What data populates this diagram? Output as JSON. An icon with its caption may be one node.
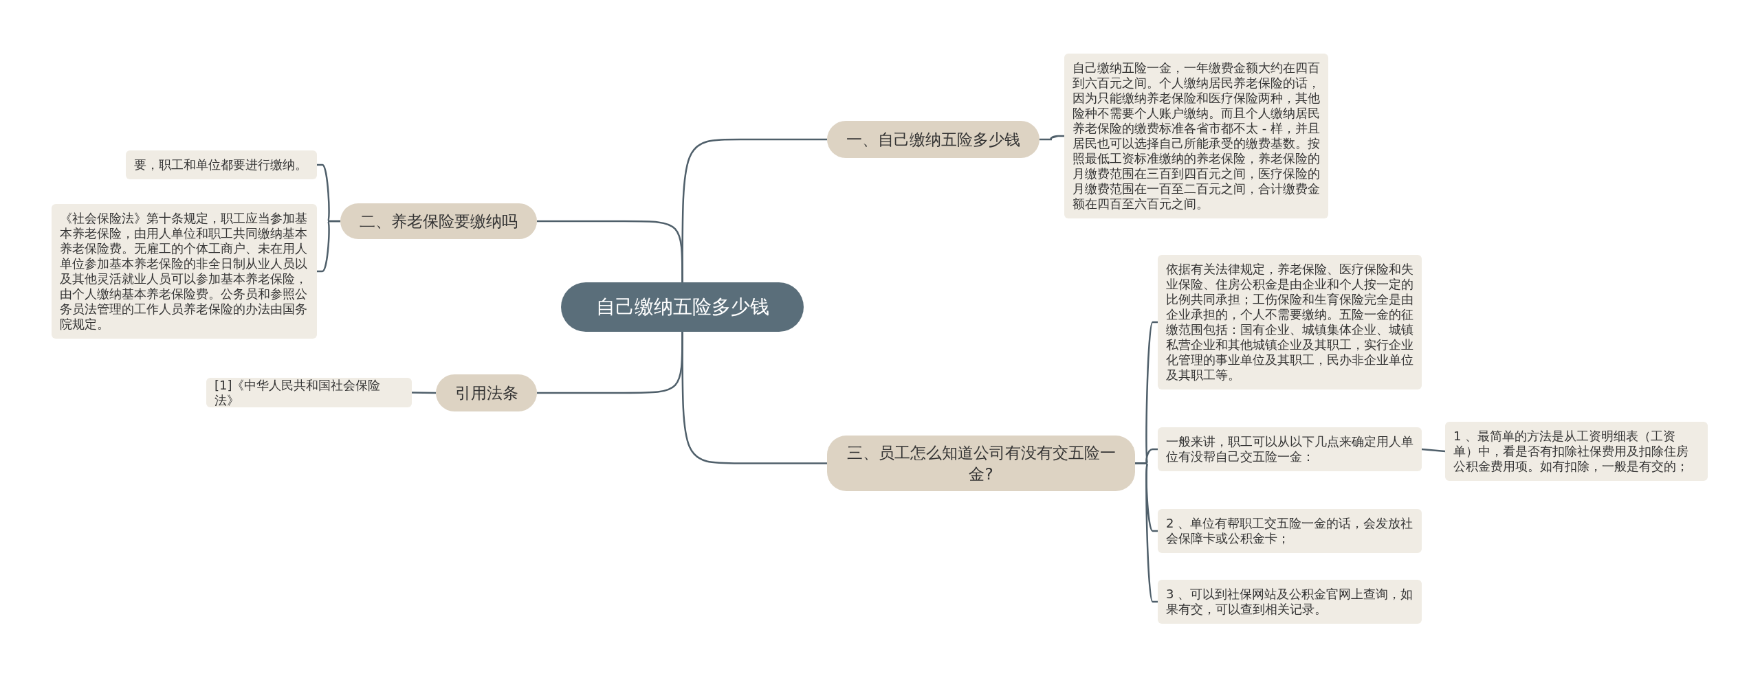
{
  "diagram": {
    "nodes": [
      {
        "text": [
          "自己缴纳五险多少钱"
        ]
      },
      {
        "text": [
          "一、自己缴纳五险多少钱"
        ]
      },
      {
        "text": [
          "自己缴纳五险一金，一年缴费金额大约在四百到六百元之间。个人缴纳居民养老保险的话，因为只能缴纳养老保险和医疗保险两种，其他险种不需要个人账户缴纳。而且个人缴纳居民养老保险的缴费标准各省市都不太 - 样，并且居民也可以选择自己所能承受的缴费基数。按照最低工资标准缴纳的养老保险，养老保险的月缴费范围在三百到四百元之间，医疗保险的月缴费范围在一百至二百元之间，合计缴费金额在四百至六百元之间。"
        ]
      },
      {
        "text": [
          "二、养老保险要缴纳吗"
        ]
      },
      {
        "text": [
          "要，职工和单位都要进行缴纳。"
        ]
      },
      {
        "text": [
          "《社会保险法》第十条规定，职工应当参加基本养老保险，由用人单位和职工共同缴纳基本养老保险费。无雇工的个体工商户、未在用人单位参加基本养老保险的非全日制从业人员以及其他灵活就业人员可以参加基本养老保险，由个人缴纳基本养老保险费。公务员和参照公务员法管理的工作人员养老保险的办法由国务院规定。"
        ]
      },
      {
        "text": [
          "引用法条"
        ]
      },
      {
        "text": [
          "[1]《中华人民共和国社会保险法》"
        ]
      },
      {
        "text": [
          "三、员工怎么知道公司有没有交五险一金?"
        ]
      },
      {
        "text": [
          "依据有关法律规定，养老保险、医疗保险和失业保险、住房公积金是由企业和个人按一定的比例共同承担；工伤保险和生育保险完全是由企业承担的，个人不需要缴纳。五险一金的征缴范围包括：国有企业、城镇集体企业、城镇私营企业和其他城镇企业及其职工，实行企业化管理的事业单位及其职工，民办非企业单位及其职工等。"
        ]
      },
      {
        "text": [
          "一般来讲，职工可以从以下几点来确定用人单位有没帮自己交五险一金："
        ]
      },
      {
        "text": [
          "1 、最简单的方法是从工资明细表（工资单）中，看是否有扣除社保费用及扣除住房公积金费用项。如有扣除，一般是有交的；"
        ]
      },
      {
        "text": [
          "2 、单位有帮职工交五险一金的话，会发放社会保障卡或公积金卡；"
        ]
      },
      {
        "text": [
          "3 、可以到社保网站及公积金官网上查询，如果有交，可以查到相关记录。"
        ]
      }
    ],
    "edges": [
      {
        "from": 0,
        "to": 1,
        "arrow": "none"
      },
      {
        "from": 1,
        "to": 2,
        "arrow": "none"
      },
      {
        "from": 0,
        "to": 3,
        "arrow": "none"
      },
      {
        "from": 3,
        "to": 4,
        "arrow": "none"
      },
      {
        "from": 3,
        "to": 5,
        "arrow": "none"
      },
      {
        "from": 0,
        "to": 6,
        "arrow": "none"
      },
      {
        "from": 6,
        "to": 7,
        "arrow": "none"
      },
      {
        "from": 0,
        "to": 8,
        "arrow": "none"
      },
      {
        "from": 8,
        "to": 9,
        "arrow": "none"
      },
      {
        "from": 8,
        "to": 10,
        "arrow": "none"
      },
      {
        "from": 10,
        "to": 11,
        "arrow": "none"
      },
      {
        "from": 8,
        "to": 12,
        "arrow": "none"
      },
      {
        "from": 8,
        "to": 13,
        "arrow": "none"
      }
    ]
  }
}
